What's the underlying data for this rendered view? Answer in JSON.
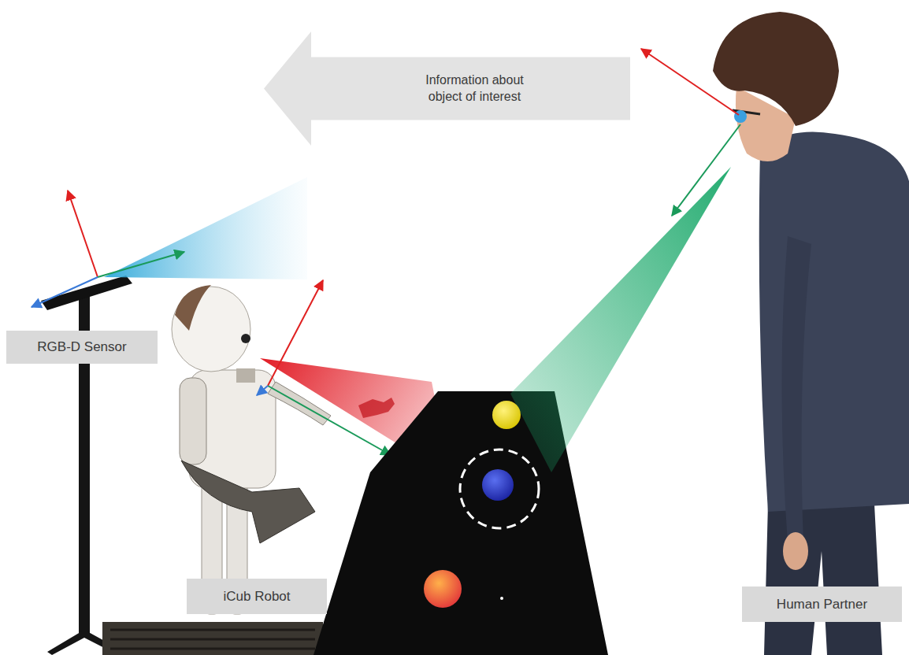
{
  "diagram": {
    "nodes": [
      {
        "text": [
          "Information about object of interest"
        ]
      },
      {
        "text": [
          "RGB-D Sensor"
        ]
      },
      {
        "text": [
          "iCub Robot"
        ]
      },
      {
        "text": [
          "Human Partner"
        ]
      }
    ]
  }
}
